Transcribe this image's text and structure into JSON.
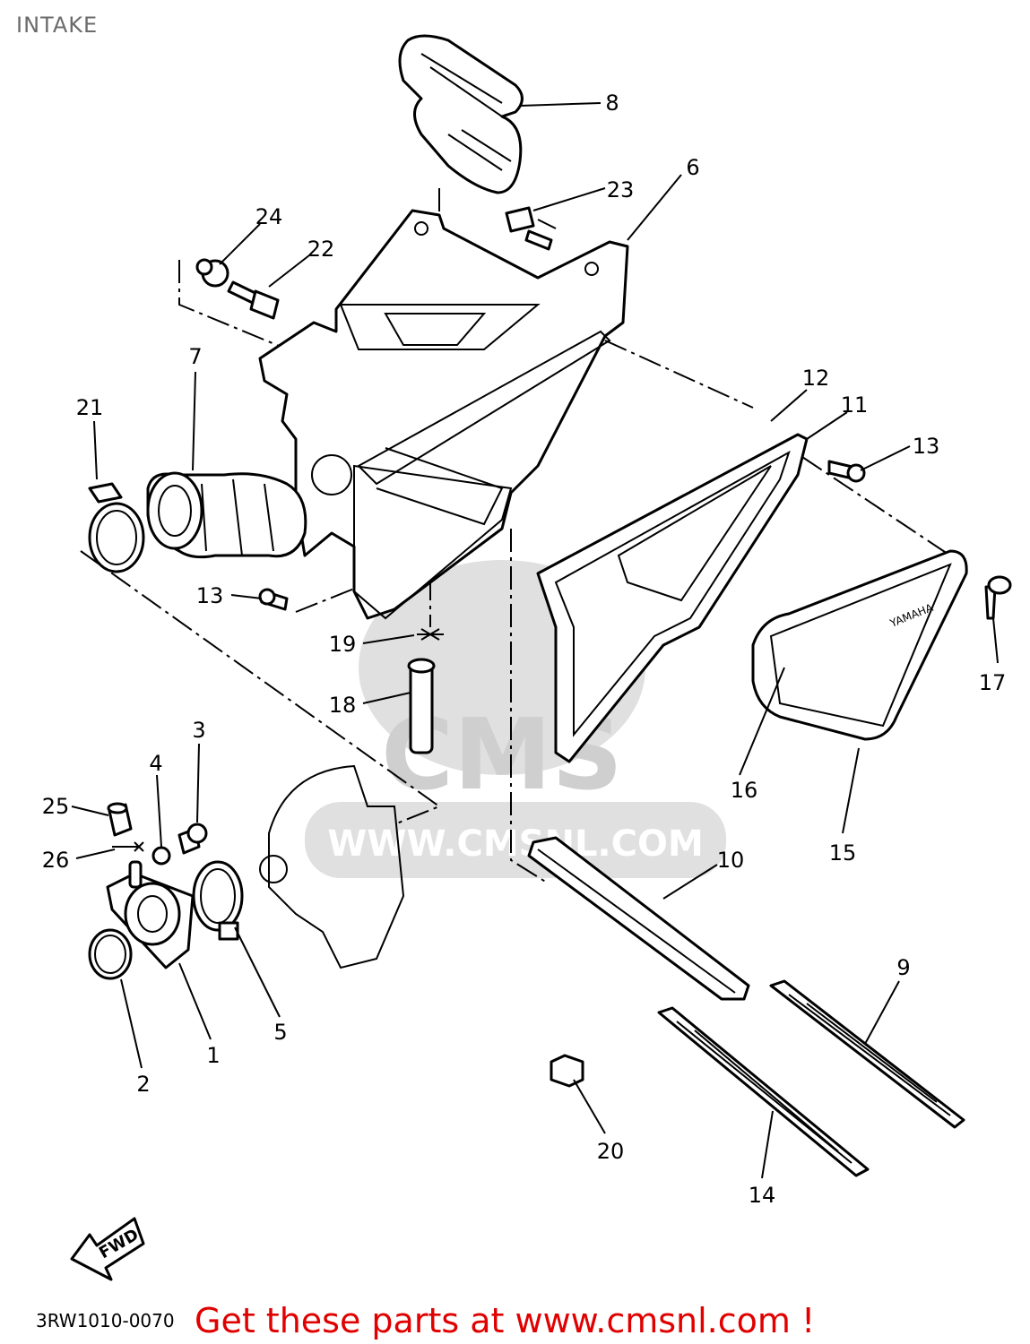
{
  "title": "INTAKE",
  "diagram_code": "3RW1010-0070",
  "promo_text": "Get these parts at www.cmsnl.com !",
  "watermark": {
    "brand": "CMS",
    "url": "WWW.CMSNL.COM"
  },
  "fwd_label": "FWD",
  "decal_text": "YAMAHA",
  "callouts": [
    "1",
    "2",
    "3",
    "4",
    "5",
    "6",
    "7",
    "8",
    "9",
    "10",
    "11",
    "12",
    "13",
    "13",
    "14",
    "15",
    "16",
    "17",
    "18",
    "19",
    "20",
    "21",
    "22",
    "23",
    "24",
    "25",
    "26"
  ]
}
